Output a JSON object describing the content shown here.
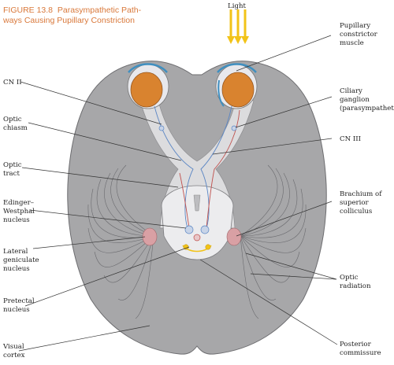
{
  "figure": {
    "number": "FIGURE 13.8",
    "title": "Parasympathetic Path-ways Causing Pupillary Constriction",
    "title_line1": "Parasympathetic Path-",
    "title_line2": "ways Causing Pupillary Constriction"
  },
  "labels": {
    "light": "Light",
    "pupillary_constrictor": [
      "Pupillary",
      "constrictor",
      "muscle"
    ],
    "cn2": "CN II",
    "ciliary_ganglion": [
      "Ciliary",
      "ganglion",
      "(parasympathetic)"
    ],
    "optic_chiasm": [
      "Optic",
      "chiasm"
    ],
    "cn3": "CN III",
    "optic_tract": [
      "Optic",
      "tract"
    ],
    "brachium": [
      "Brachium of",
      "superior",
      "colliculus"
    ],
    "edinger_westphal": [
      "Edinger–",
      "Westphal",
      "nucleus"
    ],
    "lateral_geniculate": [
      "Lateral",
      "geniculate",
      "nucleus"
    ],
    "optic_radiation": [
      "Optic",
      "radiation"
    ],
    "pretectal": [
      "Pretectal",
      "nucleus"
    ],
    "visual_cortex": [
      "Visual",
      "cortex"
    ],
    "posterior_commissure": [
      "Posterior",
      "commissure"
    ]
  },
  "colors": {
    "brain": "#a7a7a9",
    "brain_outline": "#6d6d70",
    "pathway_fill": "#dcdcde",
    "eye_iris": "#d9832f",
    "eye_sclera": "#e8e8ec",
    "cornea_blue": "#3f8fc0",
    "nerve_blue": "#5b86c4",
    "nerve_red": "#c0504d",
    "light_arrow": "#f2c318",
    "lgn": "#d9a0a4",
    "title": "#d9783a"
  }
}
